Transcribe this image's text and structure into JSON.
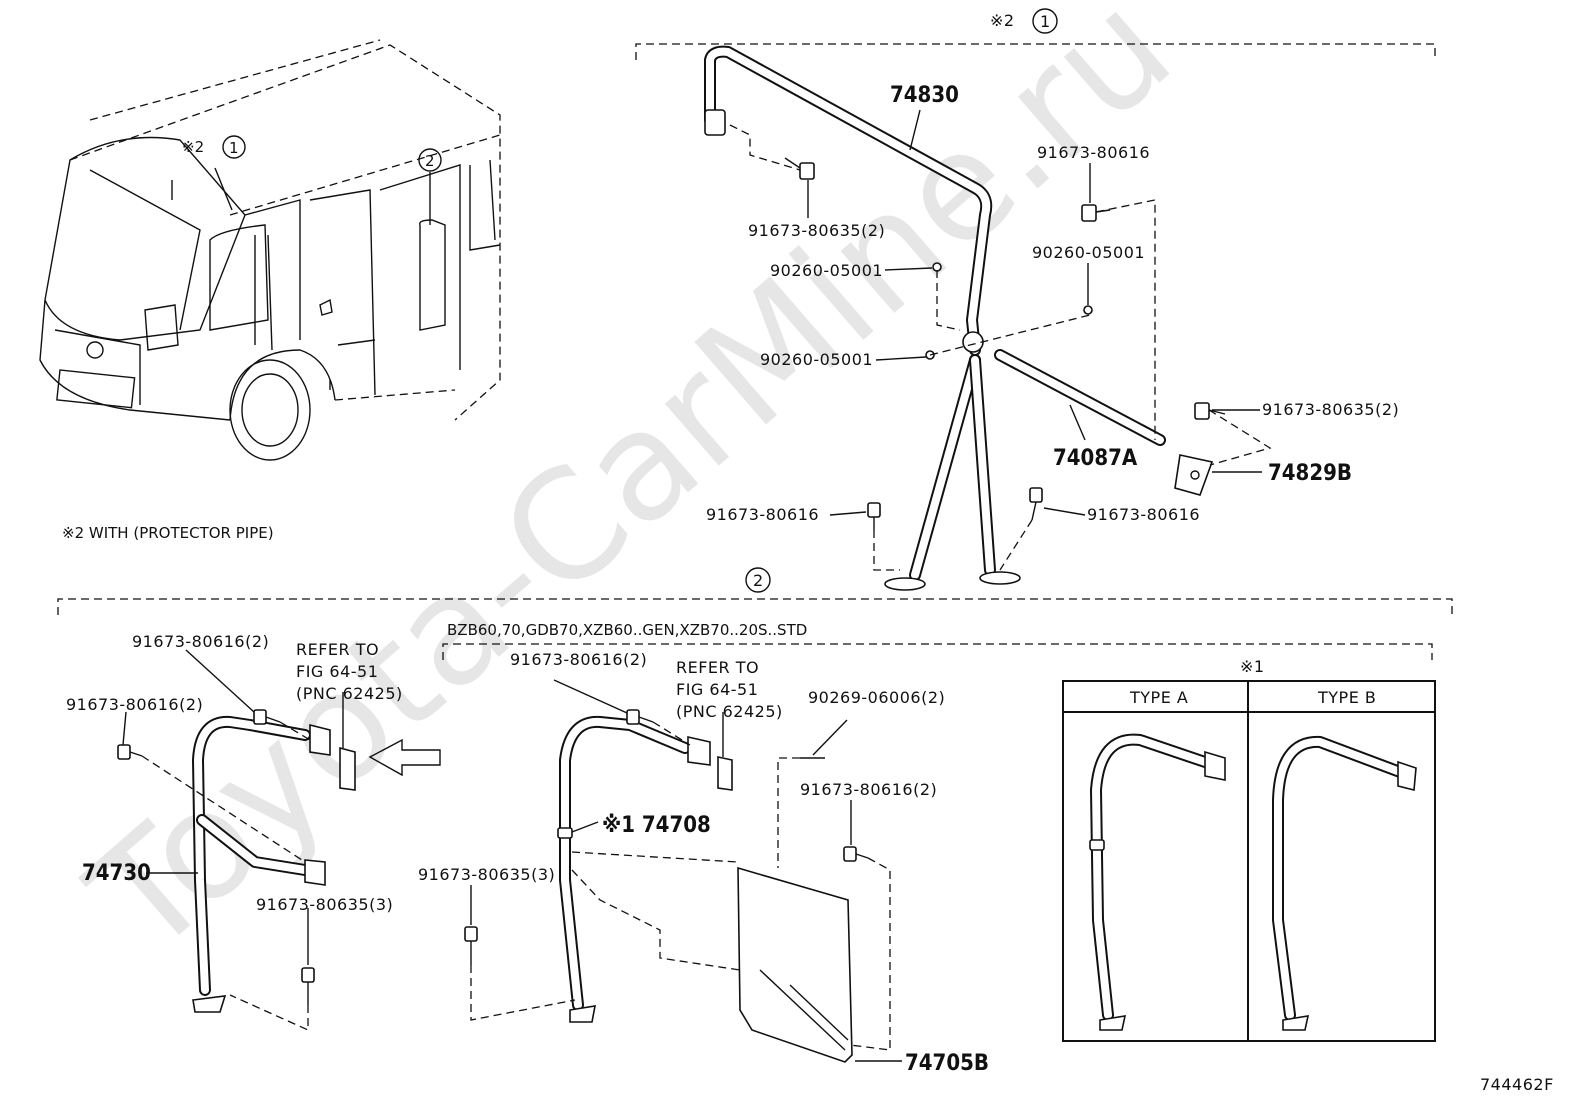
{
  "watermark": "Toyota-CarMine.ru",
  "figure_id": "744462F",
  "note_protector": "※2  WITH (PROTECTOR PIPE)",
  "top_bracket_label": "※2",
  "top_bracket_circle": "1",
  "vehicle": {
    "callout_mark": "※2",
    "callout_1": "1",
    "callout_2": "2"
  },
  "section2_circle": "2",
  "parts_top": {
    "p74830": "74830",
    "p91673_80616_a": "91673-80616",
    "p91673_80635_a": "91673-80635(2)",
    "p90260_a": "90260-05001",
    "p90260_b": "90260-05001",
    "p90260_c": "90260-05001",
    "p91673_80635_b": "91673-80635(2)",
    "p74087A": "74087A",
    "p74829B": "74829B",
    "p91673_80616_b": "91673-80616",
    "p91673_80616_c": "91673-80616"
  },
  "parts_left": {
    "p91673_80616_2a": "91673-80616(2)",
    "p91673_80616_2b": "91673-80616(2)",
    "refer1": "REFER TO",
    "refer2": "FIG 64-51",
    "refer3": "(PNC 62425)",
    "p74730": "74730",
    "p91673_80635_3": "91673-80635(3)"
  },
  "parts_mid": {
    "variant_label": "BZB60,70,GDB70,XZB60..GEN,XZB70..20S..STD",
    "p91673_80616_2": "91673-80616(2)",
    "refer1": "REFER TO",
    "refer2": "FIG 64-51",
    "refer3": "(PNC 62425)",
    "p90269": "90269-06006(2)",
    "p74708": "※1 74708",
    "p91673_80616_2c": "91673-80616(2)",
    "p91673_80635_3": "91673-80635(3)",
    "p74705B": "74705B"
  },
  "type_box": {
    "mark": "※1",
    "type_a": "TYPE A",
    "type_b": "TYPE B"
  }
}
